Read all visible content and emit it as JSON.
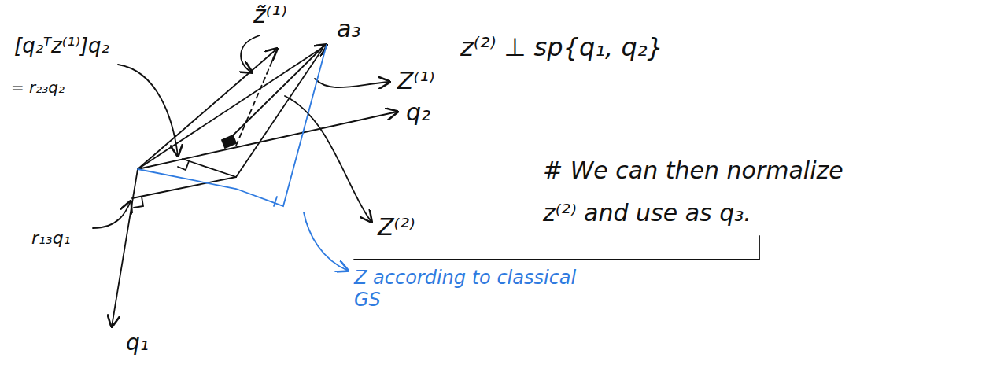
{
  "diagram": {
    "labels": [
      "z̃⁽¹⁾",
      "a₃",
      "Z⁽¹⁾",
      "z⁽²⁾ ⊥ sp{q₁, q₂}",
      "[q₂ᵀz⁽¹⁾]q₂",
      "= r₂₃q₂",
      "r₁₃q₁",
      "q₁",
      "q₂",
      "Z⁽²⁾",
      "# We can then normalize z⁽²⁾ and use as q₃.",
      "Z according to classical GS"
    ]
  }
}
